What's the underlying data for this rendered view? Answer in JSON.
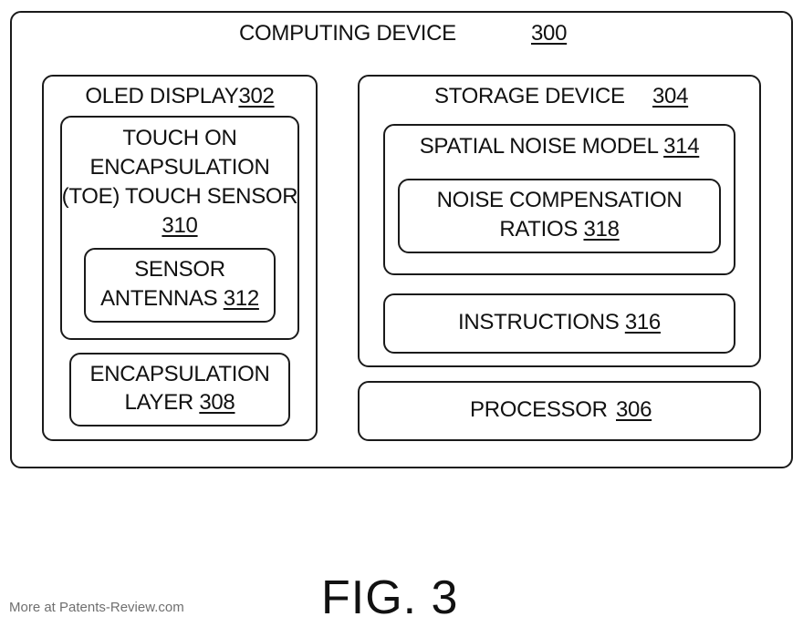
{
  "computing_device": {
    "label": "COMPUTING DEVICE",
    "number": "300"
  },
  "oled_display": {
    "label": "OLED DISPLAY",
    "number": "302"
  },
  "toe_sensor": {
    "line1": "TOUCH ON",
    "line2": "ENCAPSULATION",
    "line3": "(TOE) TOUCH SENSOR",
    "number": "310"
  },
  "sensor_antennas": {
    "line1": "SENSOR",
    "line2": "ANTENNAS",
    "number": "312"
  },
  "encapsulation_layer": {
    "line1": "ENCAPSULATION",
    "line2": "LAYER",
    "number": "308"
  },
  "storage_device": {
    "label": "STORAGE DEVICE",
    "number": "304"
  },
  "spatial_noise_model": {
    "label": "SPATIAL NOISE MODEL",
    "number": "314"
  },
  "noise_compensation": {
    "line1": "NOISE COMPENSATION",
    "line2": "RATIOS",
    "number": "318"
  },
  "instructions": {
    "label": "INSTRUCTIONS",
    "number": "316"
  },
  "processor": {
    "label": "PROCESSOR",
    "number": "306"
  },
  "figure_caption": "FIG. 3",
  "footer_text": "More at Patents-Review.com"
}
